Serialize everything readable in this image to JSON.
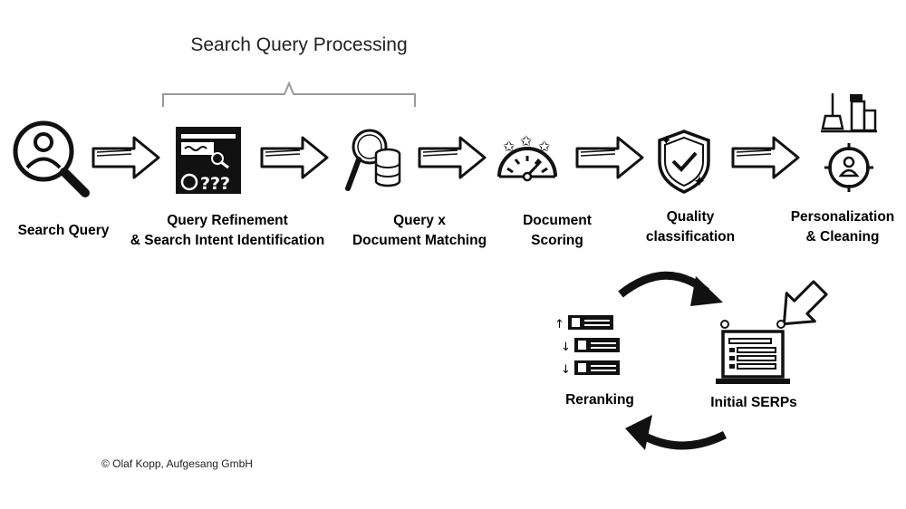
{
  "title": "Search Query Processing",
  "steps": [
    {
      "id": "search-query",
      "label": "Search Query",
      "icon": "user-search-icon"
    },
    {
      "id": "query-refinement",
      "label": "Query Refinement\n& Search Intent Identification",
      "icon": "refinement-screen-icon"
    },
    {
      "id": "matching",
      "label": "Query x\nDocument Matching",
      "icon": "magnifier-database-icon"
    },
    {
      "id": "scoring",
      "label": "Document\nScoring",
      "icon": "gauge-stars-icon"
    },
    {
      "id": "quality",
      "label": "Quality\nclassification",
      "icon": "shield-check-icon"
    },
    {
      "id": "personalization",
      "label": "Personalization\n& Cleaning",
      "icon": "cleaning-target-icon"
    }
  ],
  "cycle": {
    "initial_serps": "Initial SERPs",
    "reranking": "Reranking"
  },
  "copyright": "© Olaf Kopp, Aufgesang GmbH"
}
